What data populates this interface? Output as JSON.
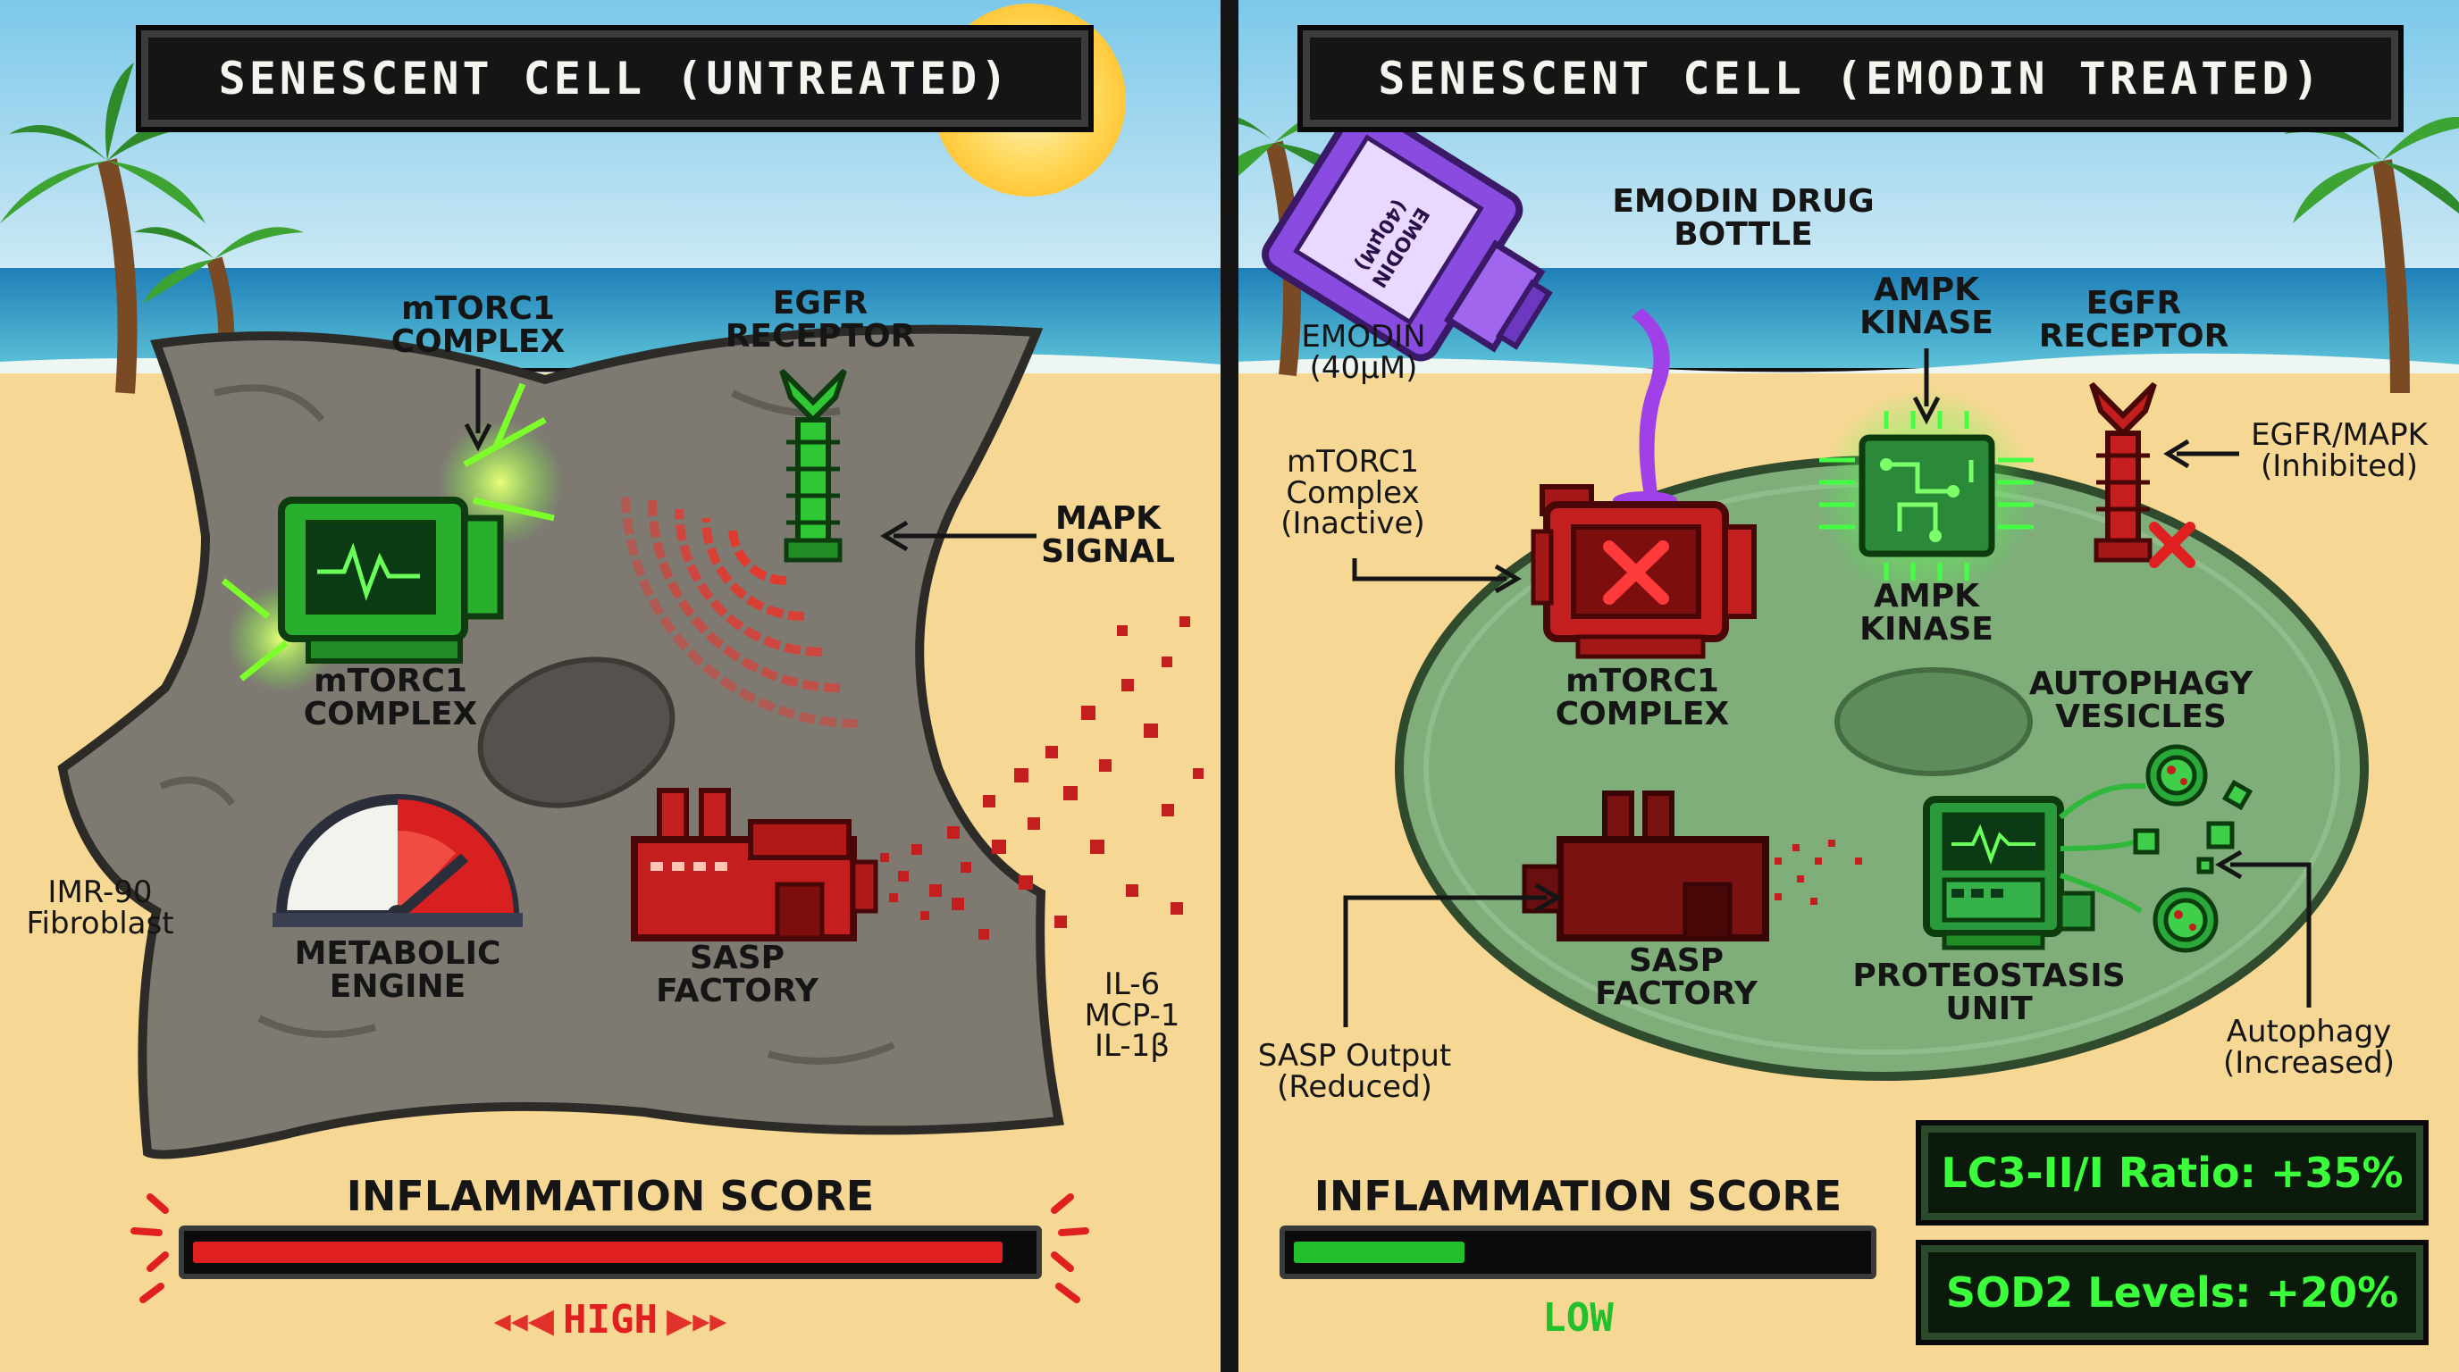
{
  "left": {
    "title": "SENESCENT CELL (UNTREATED)",
    "labels": {
      "mtorc1_top": "mTORC1\nCOMPLEX",
      "egfr": "EGFR\nRECEPTOR",
      "mapk": "MAPK\nSIGNAL",
      "mtorc1_bottom": "mTORC1\nCOMPLEX",
      "metabolic": "METABOLIC\nENGINE",
      "sasp": "SASP\nFACTORY",
      "cell_type": "IMR-90\nFibroblast",
      "cytokines": "IL-6\nMCP-1\nIL-1β"
    },
    "score_title": "INFLAMMATION SCORE",
    "score_level": "HIGH",
    "score_fraction": 0.97,
    "bar_color": "#e02020",
    "level_color": "#e02020"
  },
  "right": {
    "title": "SENESCENT CELL (EMODIN TREATED)",
    "labels": {
      "bottle_text": "EMODIN\n(40µM)",
      "drug_bottle": "EMODIN DRUG\nBOTTLE",
      "emodin_dose": "EMODIN\n(40µM)",
      "ampk_top": "AMPK\nKINASE",
      "egfr": "EGFR\nRECEPTOR",
      "egfr_mapk": "EGFR/MAPK\n(Inhibited)",
      "mtorc1_inactive": "mTORC1\nComplex\n(Inactive)",
      "ampk_bottom": "AMPK\nKINASE",
      "mtorc1": "mTORC1\nCOMPLEX",
      "autophagy_vesicles": "AUTOPHAGY\nVESICLES",
      "sasp": "SASP\nFACTORY",
      "proteostasis": "PROTEOSTASIS\nUNIT",
      "sasp_output": "SASP Output\n(Reduced)",
      "autophagy_increased": "Autophagy\n(Increased)"
    },
    "score_title": "INFLAMMATION SCORE",
    "score_level": "LOW",
    "score_fraction": 0.3,
    "bar_color": "#22c02a",
    "level_color": "#22c02a",
    "stats": [
      {
        "label": "LC3-II/I Ratio: +35%"
      },
      {
        "label": "SOD2 Levels: +20%"
      }
    ]
  },
  "colors": {
    "sky": "#6fc3e8",
    "sea": "#2a8ec6",
    "sand": "#f6d894",
    "cell_untreated": "#7e7a72",
    "cell_treated": "#7fae7a",
    "active_green": "#28c43a",
    "inhibited_red": "#c41e1e"
  }
}
